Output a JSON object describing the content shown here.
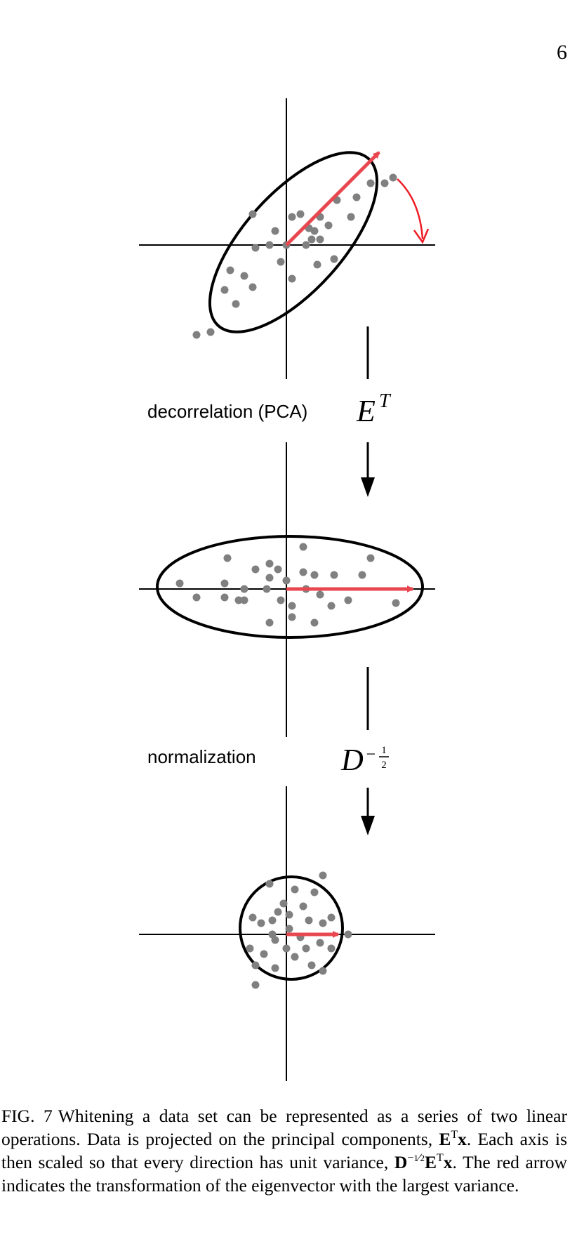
{
  "page": {
    "number": "6"
  },
  "figure": {
    "step1_label": "decorrelation (PCA)",
    "step1_operator": "E",
    "step1_operator_sup": "T",
    "step2_label": "normalization",
    "step2_operator": "D",
    "step2_operator_sup": "−",
    "colors": {
      "point": "#808080",
      "arrow": "#e8474f",
      "curve_arrow": "#ee1c24",
      "axis": "#000000"
    },
    "panels": [
      {
        "name": "original-data",
        "points": [
          [
            -0.32,
            -0.32
          ],
          [
            -0.27,
            -0.31
          ],
          [
            -0.22,
            -0.16
          ],
          [
            -0.18,
            -0.21
          ],
          [
            -0.15,
            -0.11
          ],
          [
            -0.12,
            -0.15
          ],
          [
            -0.2,
            -0.09
          ],
          [
            -0.11,
            -0.01
          ],
          [
            -0.06,
            0.0
          ],
          [
            -0.04,
            0.05
          ],
          [
            0.0,
            0.0
          ],
          [
            0.02,
            0.1
          ],
          [
            0.05,
            0.11
          ],
          [
            0.08,
            0.06
          ],
          [
            0.1,
            0.05
          ],
          [
            0.12,
            0.1
          ],
          [
            0.15,
            0.07
          ],
          [
            0.07,
            0.0
          ],
          [
            0.12,
            0.02
          ],
          [
            0.17,
            -0.05
          ],
          [
            0.23,
            0.1
          ],
          [
            0.18,
            0.16
          ],
          [
            0.25,
            0.17
          ],
          [
            0.3,
            0.22
          ],
          [
            0.35,
            0.22
          ],
          [
            0.38,
            0.24
          ],
          [
            -0.12,
            0.11
          ],
          [
            0.09,
            0.02
          ],
          [
            0.11,
            -0.07
          ],
          [
            -0.02,
            -0.06
          ],
          [
            0.02,
            -0.12
          ]
        ],
        "arrow_to": [
          0.42,
          0.26
        ]
      },
      {
        "name": "decorrelated-data",
        "points": [
          [
            -0.38,
            0.02
          ],
          [
            -0.32,
            -0.03
          ],
          [
            -0.22,
            0.02
          ],
          [
            -0.22,
            -0.03
          ],
          [
            -0.15,
            0.0
          ],
          [
            -0.15,
            -0.04
          ],
          [
            -0.21,
            0.11
          ],
          [
            -0.11,
            0.07
          ],
          [
            -0.06,
            0.09
          ],
          [
            -0.06,
            0.04
          ],
          [
            -0.07,
            0.0
          ],
          [
            -0.02,
            -0.04
          ],
          [
            0.0,
            0.03
          ],
          [
            0.02,
            -0.06
          ],
          [
            0.06,
            0.06
          ],
          [
            0.07,
            0.0
          ],
          [
            0.1,
            0.05
          ],
          [
            0.12,
            -0.02
          ],
          [
            0.16,
            -0.06
          ],
          [
            0.17,
            0.05
          ],
          [
            0.22,
            -0.04
          ],
          [
            0.27,
            0.05
          ],
          [
            0.3,
            0.11
          ],
          [
            0.06,
            0.15
          ],
          [
            -0.06,
            -0.12
          ],
          [
            0.02,
            -0.1
          ],
          [
            0.1,
            -0.12
          ],
          [
            0.39,
            -0.05
          ],
          [
            -0.17,
            -0.04
          ],
          [
            -0.03,
            0.07
          ]
        ],
        "arrow_to": [
          0.43,
          0.0
        ]
      },
      {
        "name": "whitened-data",
        "points": [
          [
            -0.06,
            0.18
          ],
          [
            -0.01,
            0.11
          ],
          [
            0.03,
            0.16
          ],
          [
            0.1,
            0.15
          ],
          [
            0.13,
            0.21
          ],
          [
            -0.12,
            0.06
          ],
          [
            -0.09,
            0.04
          ],
          [
            -0.05,
            0.05
          ],
          [
            -0.03,
            0.08
          ],
          [
            0.01,
            0.07
          ],
          [
            0.06,
            0.1
          ],
          [
            0.08,
            0.05
          ],
          [
            0.13,
            0.04
          ],
          [
            0.16,
            0.06
          ],
          [
            -0.05,
            0.0
          ],
          [
            0.01,
            0.02
          ],
          [
            0.05,
            -0.01
          ],
          [
            -0.13,
            -0.05
          ],
          [
            -0.08,
            -0.07
          ],
          [
            -0.04,
            -0.02
          ],
          [
            0.0,
            -0.05
          ],
          [
            0.07,
            -0.05
          ],
          [
            0.12,
            -0.03
          ],
          [
            0.16,
            -0.05
          ],
          [
            -0.11,
            -0.11
          ],
          [
            -0.04,
            -0.12
          ],
          [
            -0.11,
            -0.18
          ],
          [
            0.03,
            -0.08
          ],
          [
            0.13,
            -0.13
          ],
          [
            0.09,
            -0.11
          ],
          [
            0.22,
            0.0
          ]
        ],
        "arrow_to": [
          0.21,
          0.0
        ]
      }
    ]
  },
  "caption": {
    "prefix": "FIG. 7",
    "part1": "Whitening a data set can be represented as a series of two linear operations. Data is projected on the principal components,",
    "et_base": "E",
    "et_sup": "T",
    "x": "x",
    "part2": ". Each axis is then scaled so that every direction has unit variance,",
    "d_base": "D",
    "d_sup": "−",
    "part3": ". The red arrow indicates the transformation of the eigenvector with the largest variance."
  }
}
